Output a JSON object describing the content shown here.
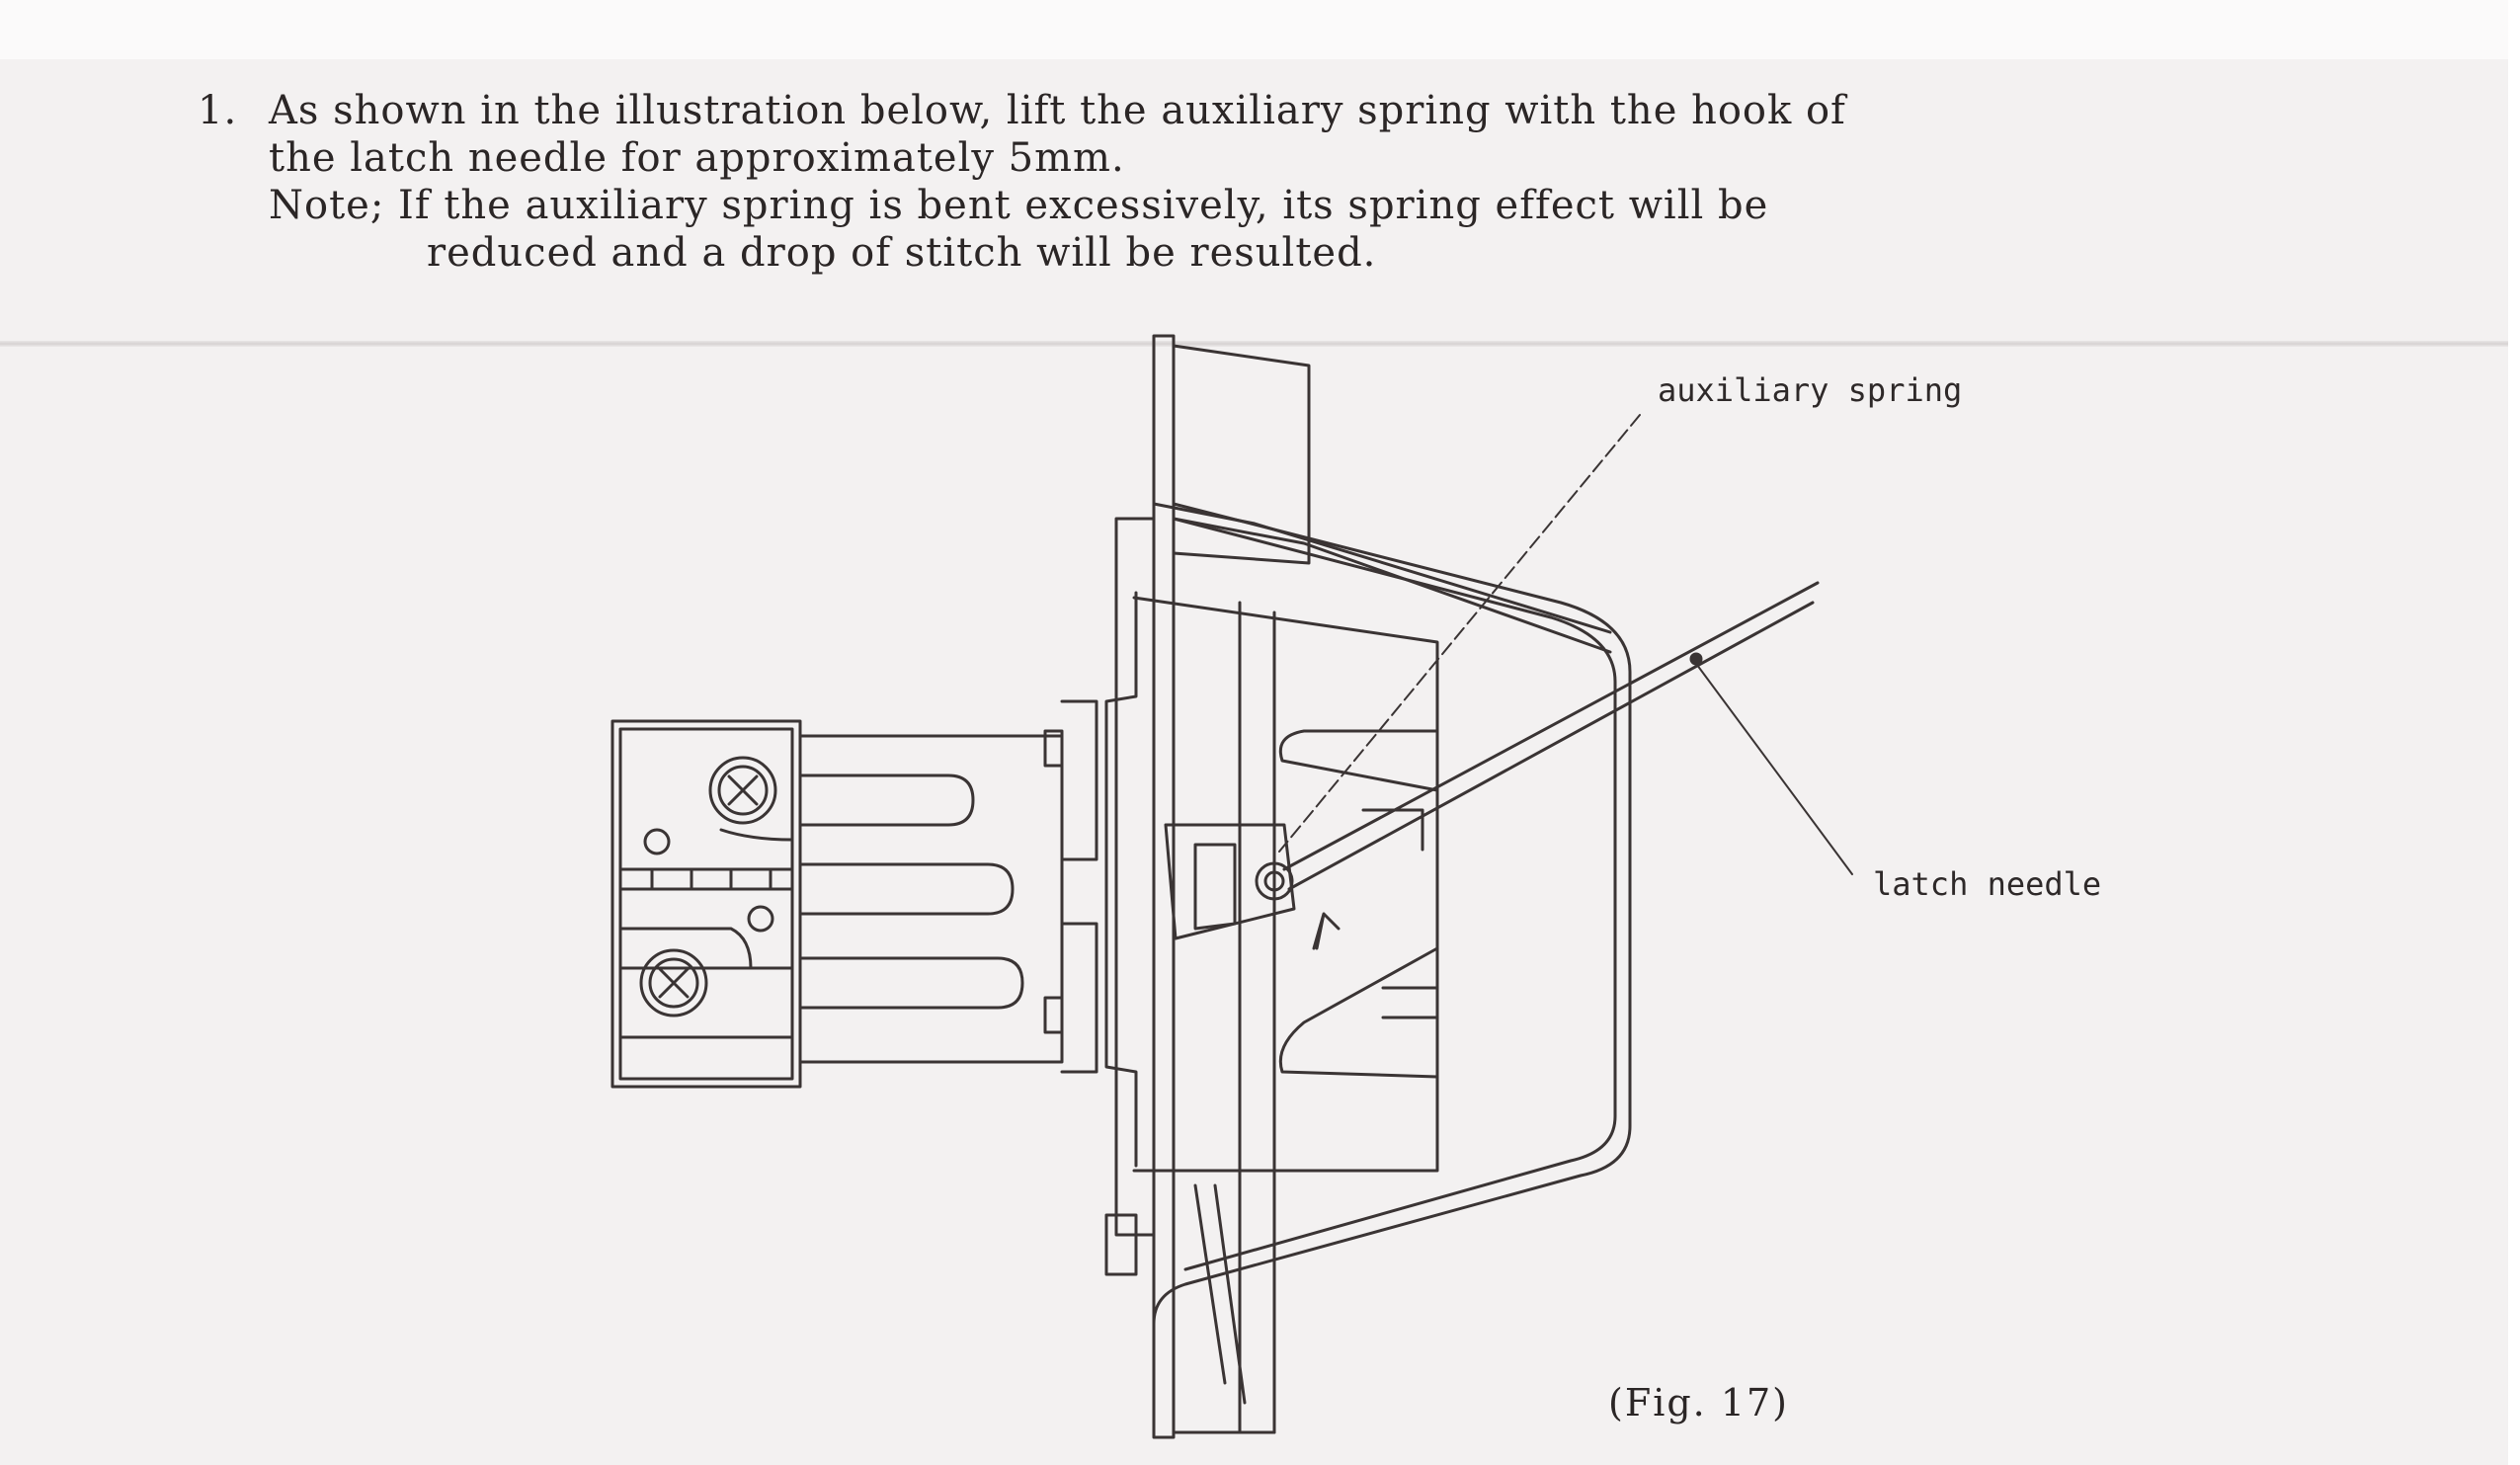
{
  "instructions": {
    "number": "1.",
    "line1": "As shown in the illustration below, lift the auxiliary spring with the hook of",
    "line2": "the latch needle for approximately 5mm.",
    "line3": "Note; If the auxiliary spring is bent excessively, its spring effect will be",
    "line4": "reduced and a drop of stitch will be resulted."
  },
  "figure": {
    "label_auxiliary_spring": "auxiliary spring",
    "label_latch_needle": "latch needle",
    "caption": "(Fig. 17)"
  }
}
